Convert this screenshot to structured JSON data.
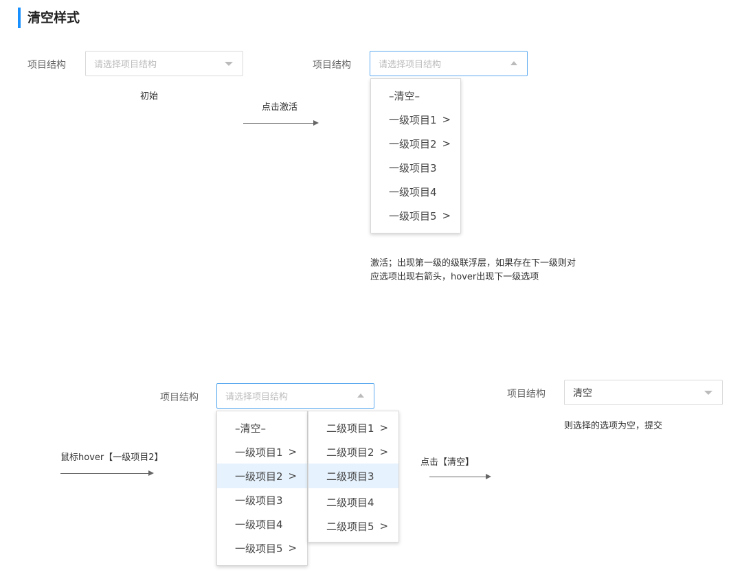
{
  "page": {
    "title": "清空样式",
    "accent_color": "#1890ff"
  },
  "field_label": "项目结构",
  "placeholder": "请选择项目结构",
  "clear_option": "–清空–",
  "level1_items": [
    {
      "label": "一级项目1",
      "has_children": true
    },
    {
      "label": "一级项目2",
      "has_children": true
    },
    {
      "label": "一级项目3",
      "has_children": false
    },
    {
      "label": "一级项目4",
      "has_children": false
    },
    {
      "label": "一级项目5",
      "has_children": true
    }
  ],
  "level2_items": [
    {
      "label": "二级项目1",
      "has_children": true
    },
    {
      "label": "二级项目2",
      "has_children": true
    },
    {
      "label": "二级项目3",
      "has_children": false
    },
    {
      "label": "二级项目4",
      "has_children": false
    },
    {
      "label": "二级项目5",
      "has_children": true
    }
  ],
  "chevron": ">",
  "step_initial": {
    "caption": "初始"
  },
  "transition1": {
    "text": "点击激活"
  },
  "step_active": {
    "description": "激活；出现第一级的级联浮层，如果存在下一级则对应选项出现右箭头，hover出现下一级选项"
  },
  "transition2": {
    "text": "鼠标hover【一级项目2】"
  },
  "step_hover": {
    "hovered_level1": "一级项目2",
    "hovered_level2": "二级项目3"
  },
  "transition3": {
    "text": "点击【清空】"
  },
  "step_cleared": {
    "value": "清空",
    "note": "则选择的选项为空，提交"
  }
}
